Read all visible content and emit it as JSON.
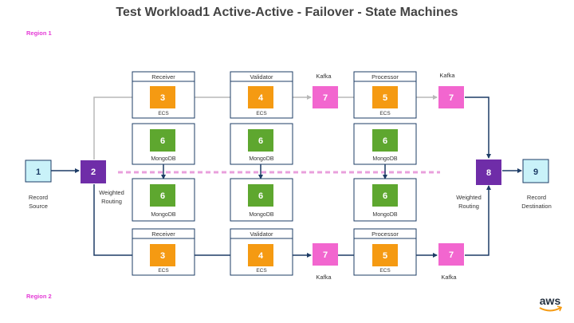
{
  "title": "Test Workload1 Active-Active - Failover - State Machines",
  "regions": {
    "region1": "Region 1",
    "region2": "Region 2"
  },
  "nodes": {
    "record_source": {
      "number": "1",
      "label_line1": "Record",
      "label_line2": "Source"
    },
    "routing_in": {
      "number": "2",
      "label_line1": "Weighted",
      "label_line2": "Routing"
    },
    "routing_out": {
      "number": "8",
      "label_line1": "Weighted",
      "label_line2": "Routing"
    },
    "record_destination": {
      "number": "9",
      "label_line1": "Record",
      "label_line2": "Destination"
    },
    "ecs_receiver": {
      "number": "3",
      "caption": "ECS"
    },
    "ecs_validator": {
      "number": "4",
      "caption": "ECS"
    },
    "ecs_processor": {
      "number": "5",
      "caption": "ECS"
    },
    "kafka": {
      "number": "7",
      "label": "Kafka"
    },
    "mongodb": {
      "number": "6",
      "caption": "MongoDB"
    }
  },
  "stages": {
    "receiver": "Receiver",
    "validator": "Validator",
    "processor": "Processor"
  },
  "logo": "aws",
  "colors": {
    "light_blue": "#c9f2f9",
    "purple": "#6f2da8",
    "orange": "#f59a12",
    "pink": "#f266cf",
    "green": "#5ea72f",
    "navy_line": "#1d3c66",
    "gray_line": "#b8b8b8",
    "dashed_pink": "#e9a0dc"
  }
}
